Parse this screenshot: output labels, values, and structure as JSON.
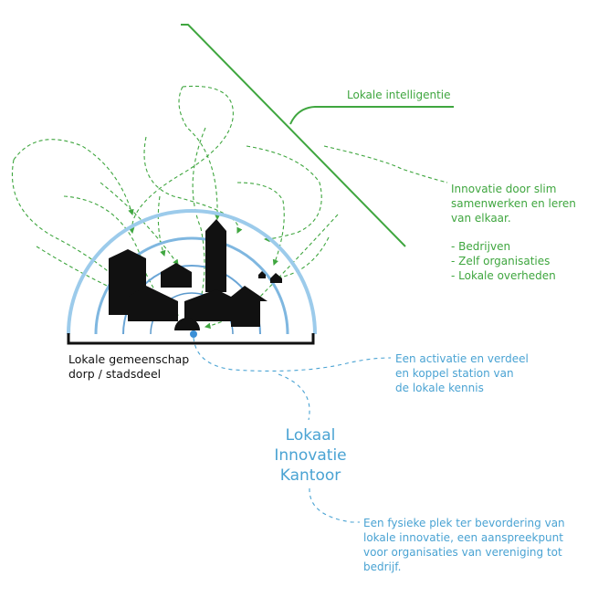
{
  "colors": {
    "green": "#3fa63f",
    "blue_light": "#9ccbeb",
    "blue": "#4aa3d3",
    "black": "#111111"
  },
  "intelligence": {
    "label": "Lokale intelligentie"
  },
  "innovation_note": {
    "lines": [
      "Innovatie door slim",
      "samenwerken en leren",
      "van elkaar."
    ],
    "list": [
      "- Bedrijven",
      "- Zelf organisaties",
      "- Lokale overheden"
    ]
  },
  "community": {
    "line1": "Lokale gemeenschap",
    "line2": "dorp / stadsdeel"
  },
  "activation_note": {
    "lines": [
      "Een activatie en verdeel",
      "en koppel station van",
      "de lokale kennis"
    ]
  },
  "office": {
    "lines": [
      "Lokaal",
      "Innovatie",
      "Kantoor"
    ]
  },
  "office_note": {
    "lines": [
      "Een fysieke plek ter bevordering van",
      "lokale innovatie, een aanspreekpunt",
      "voor organisaties van vereniging tot",
      "bedrijf."
    ]
  }
}
